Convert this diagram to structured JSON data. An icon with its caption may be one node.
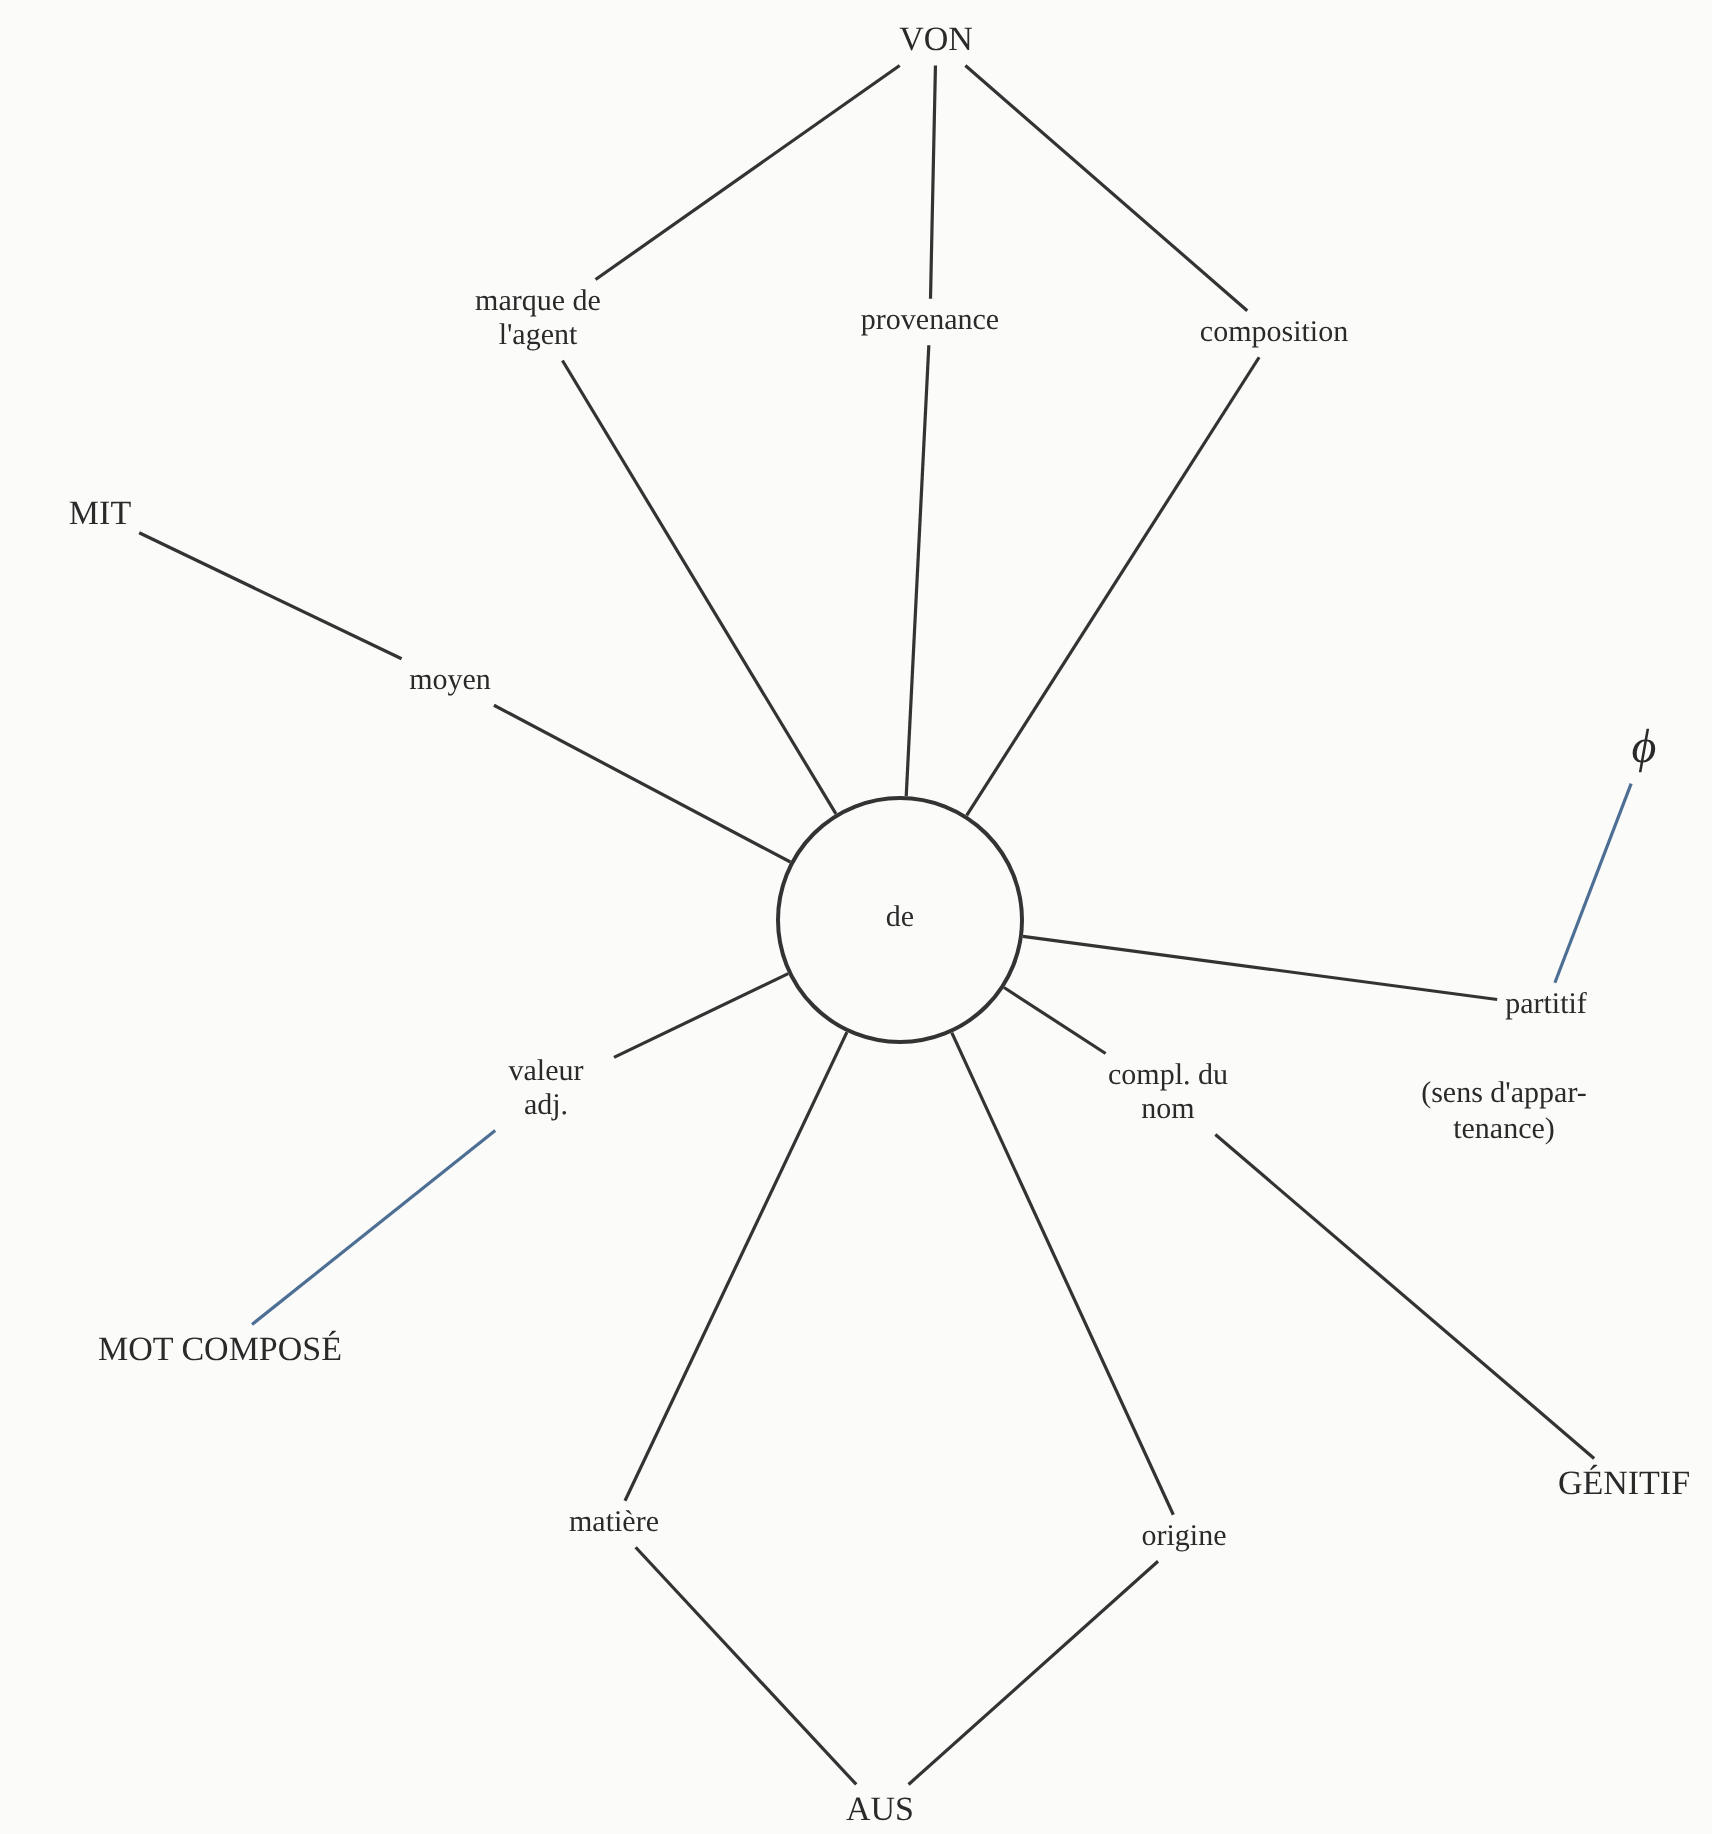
{
  "diagram": {
    "nodes": [
      {
        "text": [
          "VON"
        ]
      },
      {
        "text": [
          "marque de l'agent"
        ]
      },
      {
        "text": [
          "provenance"
        ]
      },
      {
        "text": [
          "composition"
        ]
      },
      {
        "text": [
          "MIT"
        ]
      },
      {
        "text": [
          "moyen"
        ]
      },
      {
        "text": [
          "ϕ"
        ]
      },
      {
        "text": [
          "de"
        ]
      },
      {
        "text": [
          "partitif"
        ],
        "beside": [
          "(sens d'appar- tenance)"
        ]
      },
      {
        "text": [
          "valeur adj."
        ]
      },
      {
        "text": [
          "compl. du nom"
        ]
      },
      {
        "text": [
          "MOT COMPOSÉ"
        ]
      },
      {
        "text": [
          "matière"
        ]
      },
      {
        "text": [
          "origine"
        ]
      },
      {
        "text": [
          "GÉNITIF"
        ]
      },
      {
        "text": [
          "AUS"
        ]
      }
    ],
    "edges": [
      {
        "from": 0,
        "to": 1,
        "arrow": "none"
      },
      {
        "from": 0,
        "to": 2,
        "arrow": "none"
      },
      {
        "from": 0,
        "to": 3,
        "arrow": "none"
      },
      {
        "from": 4,
        "to": 5,
        "arrow": "none"
      },
      {
        "from": 1,
        "to": 7,
        "arrow": "none"
      },
      {
        "from": 2,
        "to": 7,
        "arrow": "none"
      },
      {
        "from": 3,
        "to": 7,
        "arrow": "none"
      },
      {
        "from": 5,
        "to": 7,
        "arrow": "none"
      },
      {
        "from": 6,
        "to": 8,
        "arrow": "none",
        "color": "#4d6f94"
      },
      {
        "from": 7,
        "to": 8,
        "arrow": "none"
      },
      {
        "from": 7,
        "to": 9,
        "arrow": "none"
      },
      {
        "from": 7,
        "to": 10,
        "arrow": "none"
      },
      {
        "from": 9,
        "to": 11,
        "arrow": "none",
        "color": "#4d6f94"
      },
      {
        "from": 10,
        "to": 14,
        "arrow": "none"
      },
      {
        "from": 7,
        "to": 12,
        "arrow": "none"
      },
      {
        "from": 7,
        "to": 13,
        "arrow": "none"
      },
      {
        "from": 12,
        "to": 15,
        "arrow": "none"
      },
      {
        "from": 13,
        "to": 15,
        "arrow": "none"
      }
    ]
  }
}
